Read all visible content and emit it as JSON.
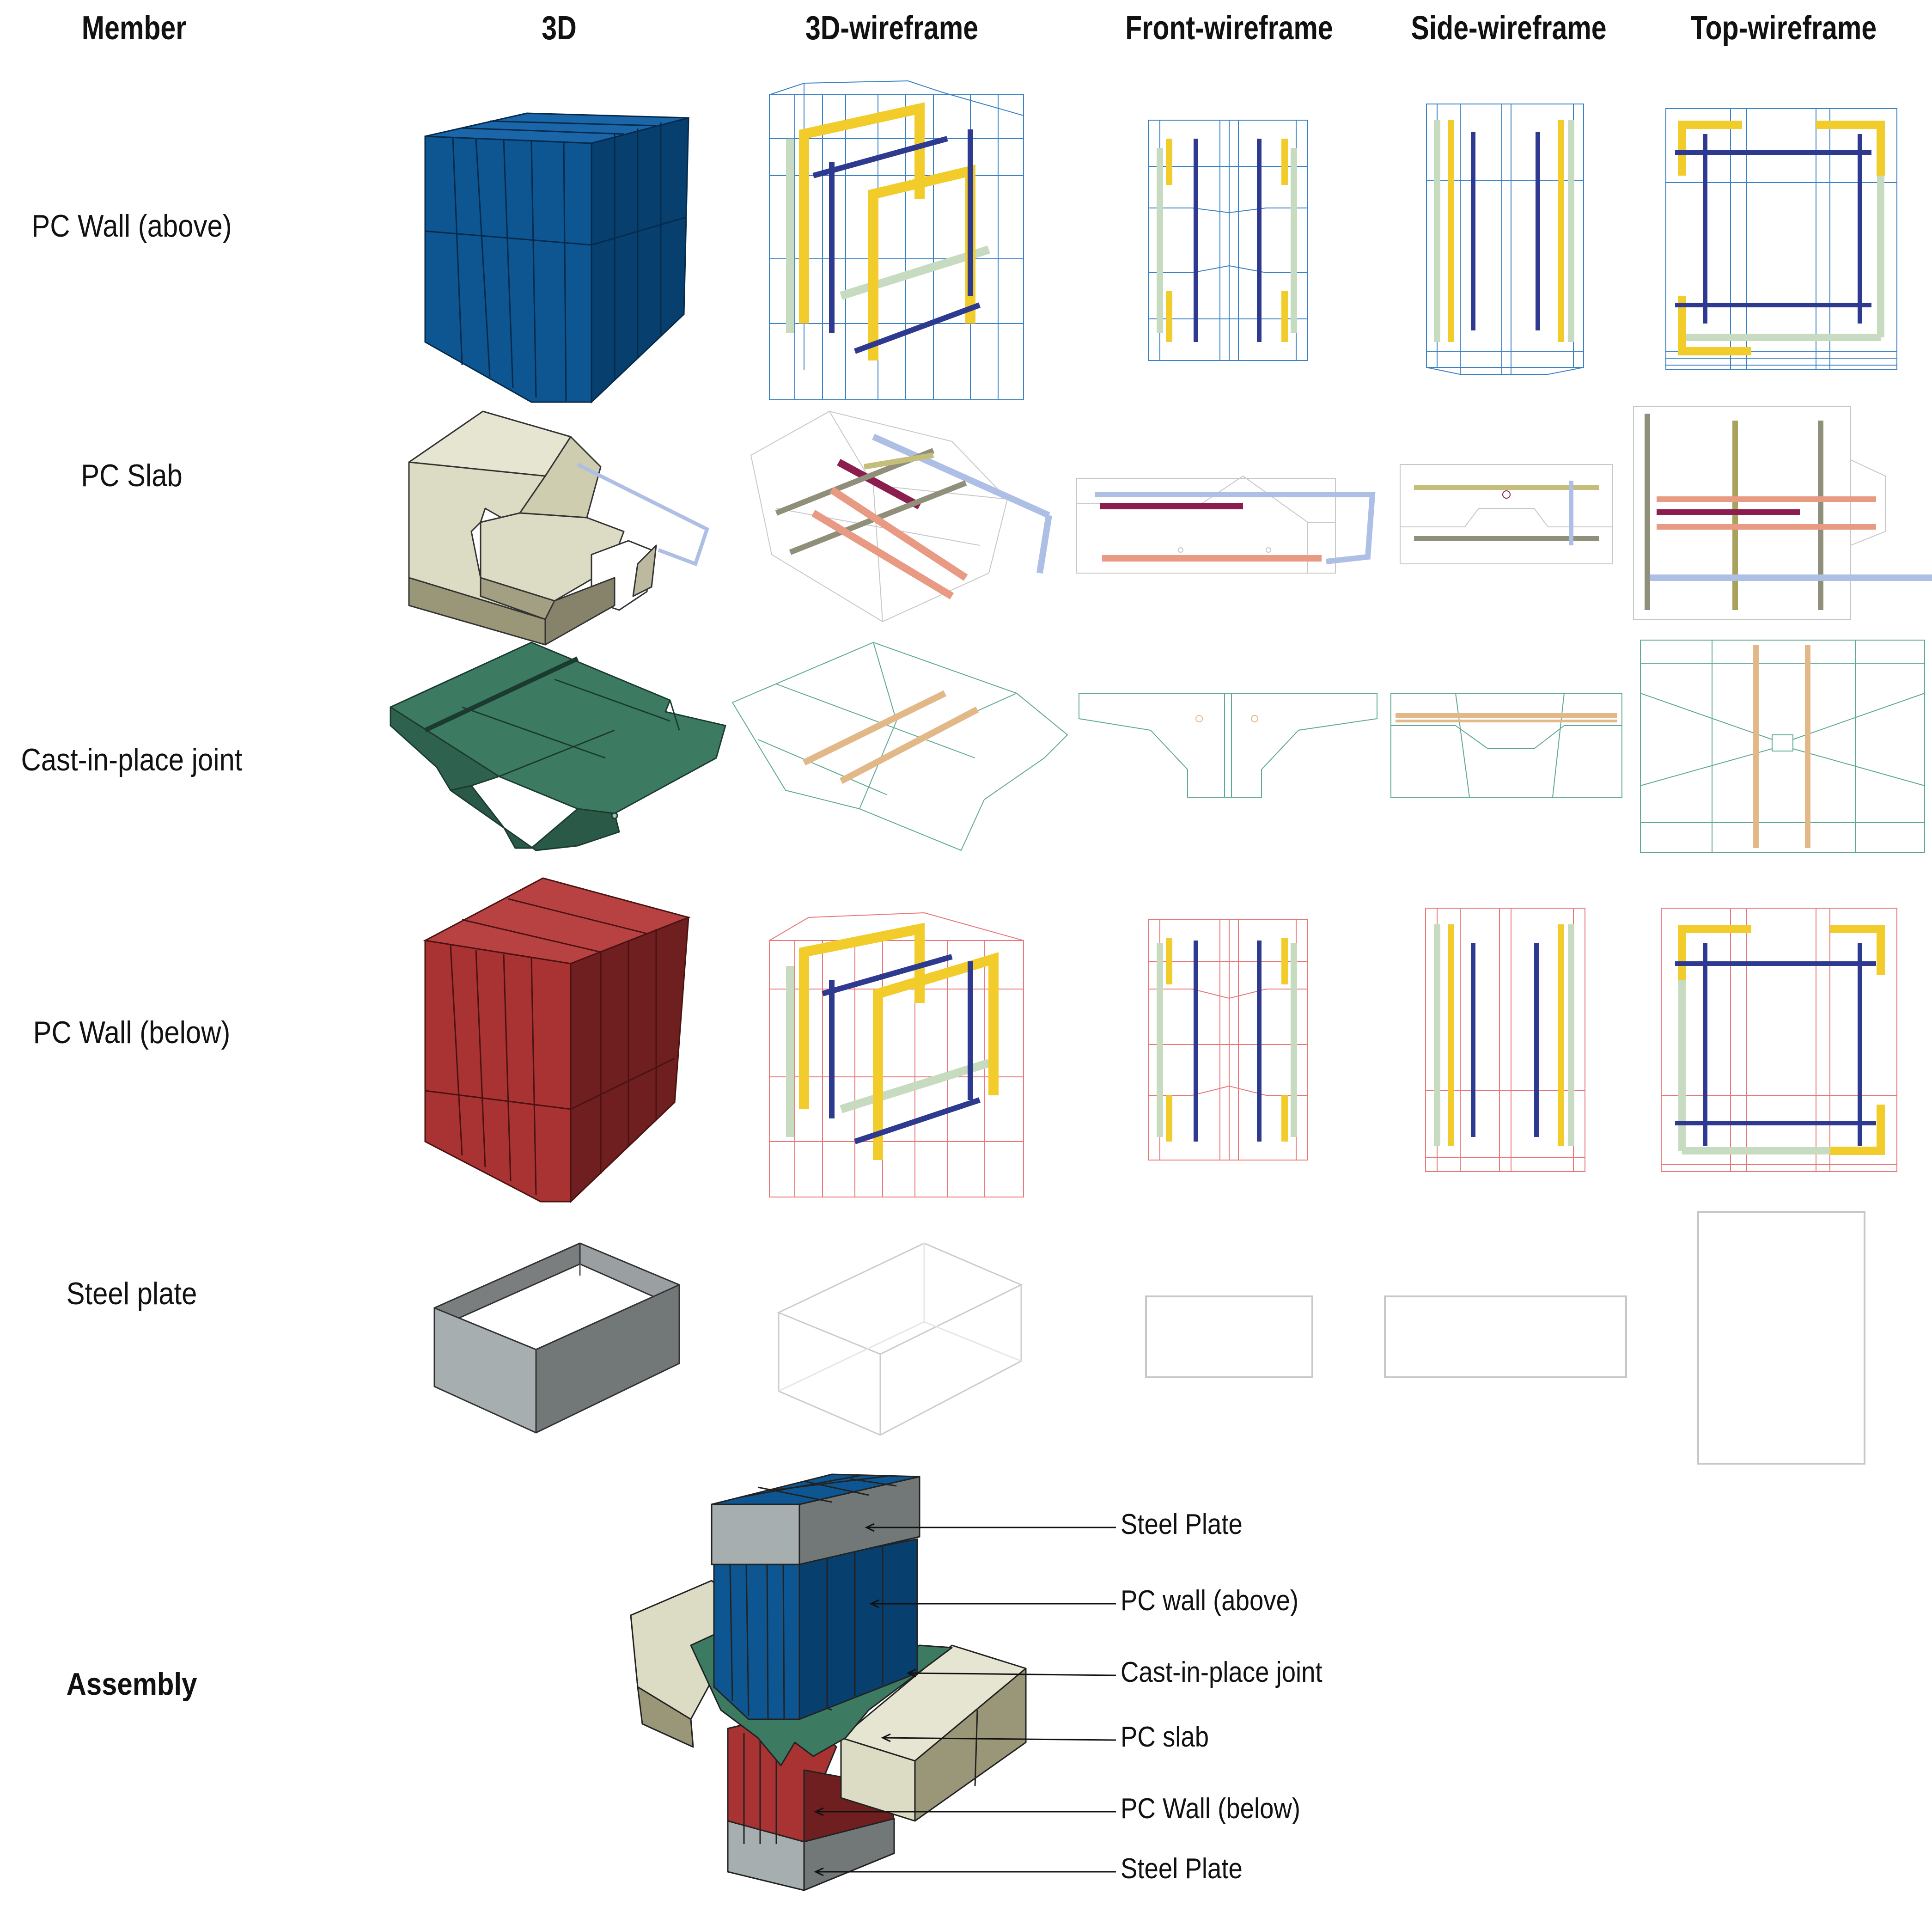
{
  "headers": [
    "Member",
    "3D",
    "3D-wireframe",
    "Front-wireframe",
    "Side-wireframe",
    "Top-wireframe"
  ],
  "rows": [
    "PC Wall (above)",
    "PC Slab",
    "Cast-in-place joint",
    "PC Wall (below)",
    "Steel plate"
  ],
  "assembly": {
    "label": "Assembly",
    "callouts": [
      "Steel Plate",
      "PC wall (above)",
      "Cast-in-place joint",
      "PC slab",
      "PC Wall (below)",
      "Steel Plate"
    ]
  },
  "colors": {
    "pc_wall_above": "#0d5692",
    "pc_slab": "#dcdbc4",
    "cast_in_place_joint": "#3d7a62",
    "pc_wall_below": "#a93232",
    "steel_plate": "#a7aeb0",
    "rebar_blue": "#2e3a8f",
    "rebar_yellow": "#f2cc2a"
  }
}
